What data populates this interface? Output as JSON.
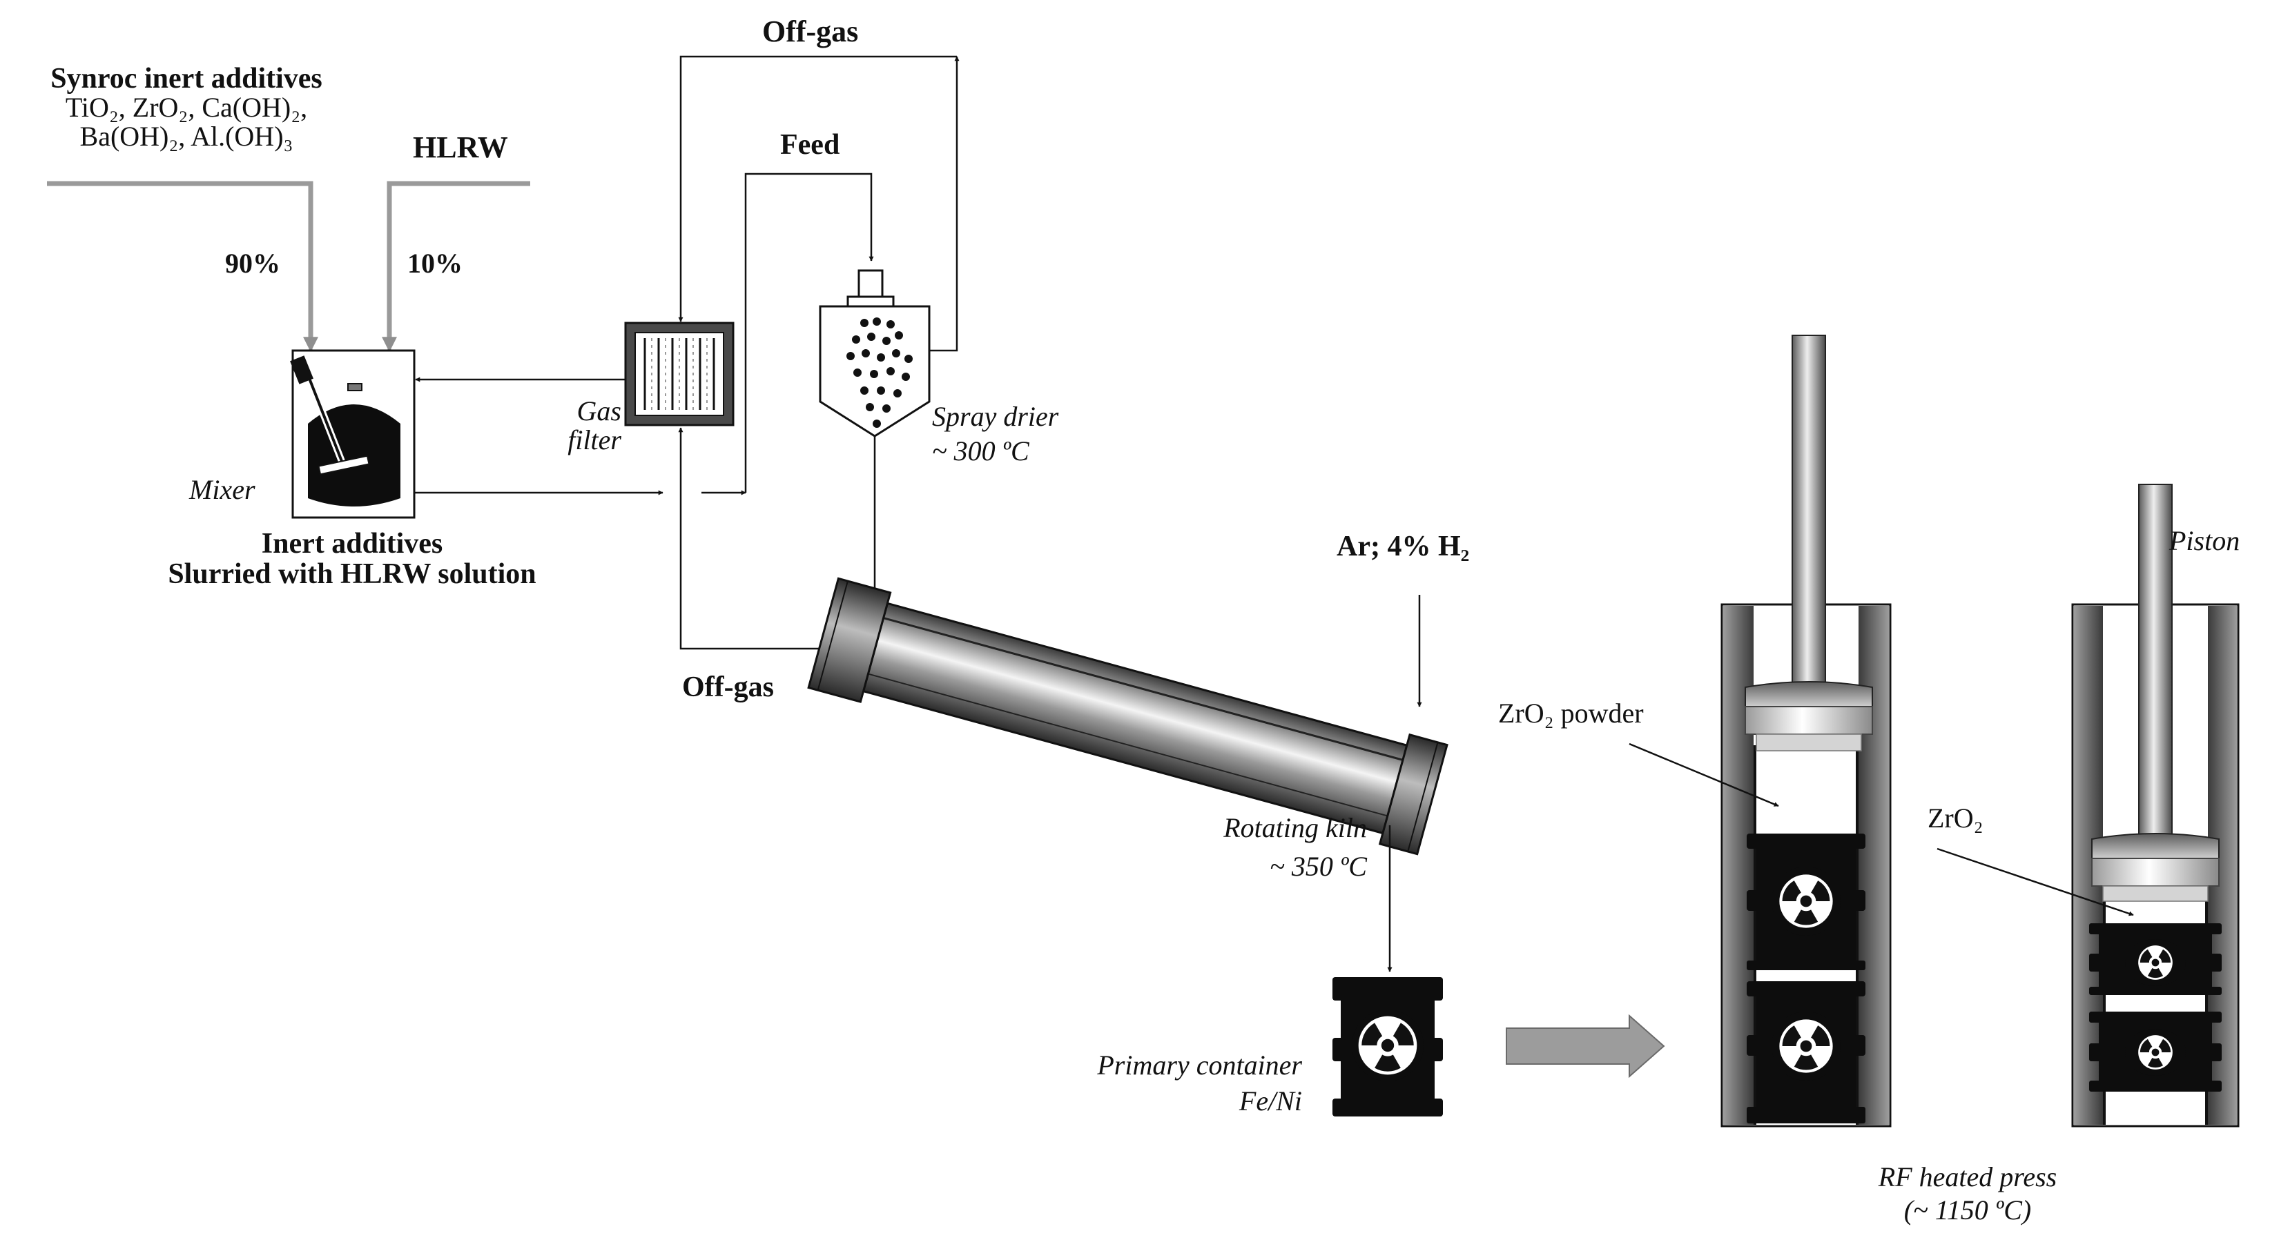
{
  "labels": {
    "additives_title": "Synroc inert additives",
    "additives_line1": "TiO₂, ZrO₂, Ca(OH)₂,",
    "additives_line2": "Ba(OH)₂, Al.(OH)₃",
    "hlrw": "HLRW",
    "pct_90": "90%",
    "pct_10": "10%",
    "mixer": "Mixer",
    "slurry_line1": "Inert additives",
    "slurry_line2": "Slurried with HLRW solution",
    "offgas_top": "Off-gas",
    "feed": "Feed",
    "gas_filter_line1": "Gas",
    "gas_filter_line2": "filter",
    "spray_drier_line1": "Spray drier",
    "spray_drier_line2": "~ 300 ºC",
    "offgas_bottom": "Off-gas",
    "ar_h2": "Ar; 4% H₂",
    "kiln_line1": "Rotating kiln",
    "kiln_line2": "~ 350 ºC",
    "primary_line1": "Primary container",
    "primary_line2": "Fe/Ni",
    "zro2_powder": "ZrO₂ powder",
    "zro2": "ZrO₂",
    "piston": "Piston",
    "press_line1": "RF heated press",
    "press_line2": "(~ 1150 ºC)"
  },
  "colors": {
    "line": "#111111",
    "feed_line": "#9a9a9a",
    "container": "#0d0d0d",
    "arrow_fill": "#9c9c9c",
    "metal_dark": "#2c2c2c",
    "metal_light": "#f2f2f2"
  },
  "icons": {
    "radiation": "radiation-trefoil-icon"
  }
}
